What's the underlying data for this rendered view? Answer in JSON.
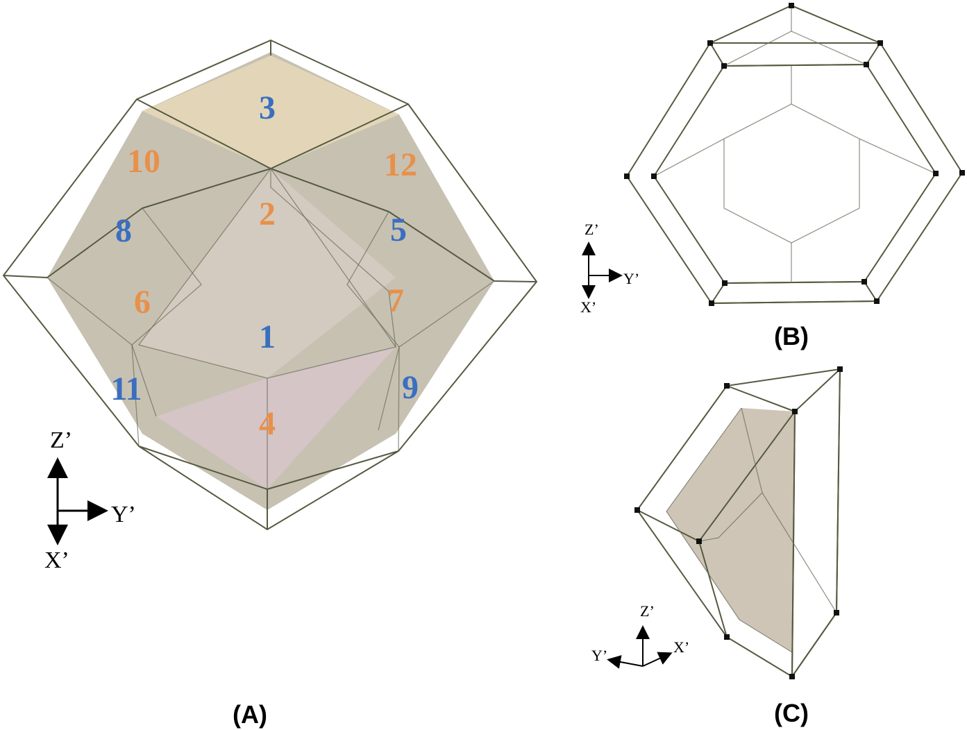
{
  "colors": {
    "shell": "#dde88a",
    "shell_dark": "#9aa050",
    "inner": "#c9bfae",
    "purple": "#76659a",
    "blue": "#3a6fc0",
    "orange": "#e8904a",
    "vertex": "#111111"
  },
  "panel_a": {
    "label": "(A)",
    "face_numbers": [
      {
        "text": "3",
        "color": "blue"
      },
      {
        "text": "10",
        "color": "orange"
      },
      {
        "text": "12",
        "color": "orange"
      },
      {
        "text": "2",
        "color": "orange"
      },
      {
        "text": "8",
        "color": "blue"
      },
      {
        "text": "5",
        "color": "blue"
      },
      {
        "text": "6",
        "color": "orange"
      },
      {
        "text": "7",
        "color": "orange"
      },
      {
        "text": "1",
        "color": "blue"
      },
      {
        "text": "11",
        "color": "blue"
      },
      {
        "text": "9",
        "color": "blue"
      },
      {
        "text": "4",
        "color": "orange"
      }
    ],
    "axes": {
      "z": "Z’",
      "y": "Y’",
      "x": "X’"
    }
  },
  "panel_b": {
    "label": "(B)",
    "axes": {
      "z": "Z’",
      "y": "Y’",
      "x": "X’"
    }
  },
  "panel_c": {
    "label": "(C)",
    "axes": {
      "z": "Z’",
      "y": "Y’",
      "x": "X’"
    }
  }
}
